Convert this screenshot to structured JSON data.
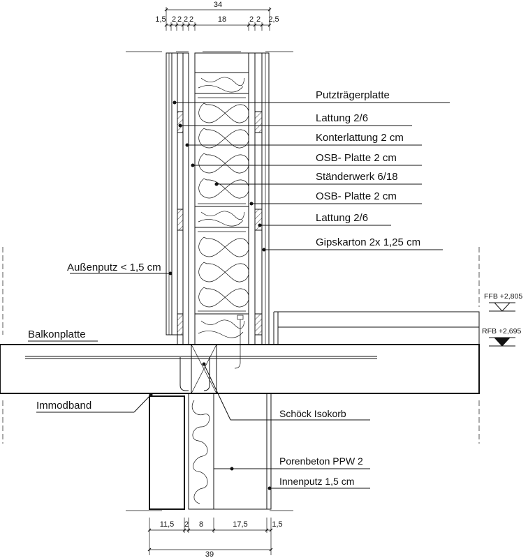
{
  "dimensions_top": {
    "total": "34",
    "segments": [
      "1,5",
      "2",
      "2",
      "2",
      "2",
      "18",
      "2",
      "2",
      "2,5"
    ]
  },
  "dimensions_bottom": {
    "segments": [
      "11,5",
      "2",
      "8",
      "17,5",
      "1,5"
    ],
    "total": "39"
  },
  "labels": {
    "putztraegerplatte": "Putzträgerplatte",
    "lattung_1": "Lattung 2/6",
    "konterlattung": "Konterlattung 2 cm",
    "osb_1": "OSB- Platte 2 cm",
    "staenderwerk": "Ständerwerk 6/18",
    "osb_2": "OSB- Platte 2 cm",
    "lattung_2": "Lattung 2/6",
    "gipskarton": "Gipskarton 2x 1,25 cm",
    "aussenputz": "Außenputz < 1,5 cm",
    "balkonplatte": "Balkonplatte",
    "immodband": "Immodband",
    "schoeck": "Schöck Isokorb",
    "porenbeton": "Porenbeton PPW 2",
    "innenputz": "Innenputz 1,5 cm"
  },
  "levels": {
    "ffb": "FFB +2,805",
    "rfb": "RFB +2,695"
  }
}
